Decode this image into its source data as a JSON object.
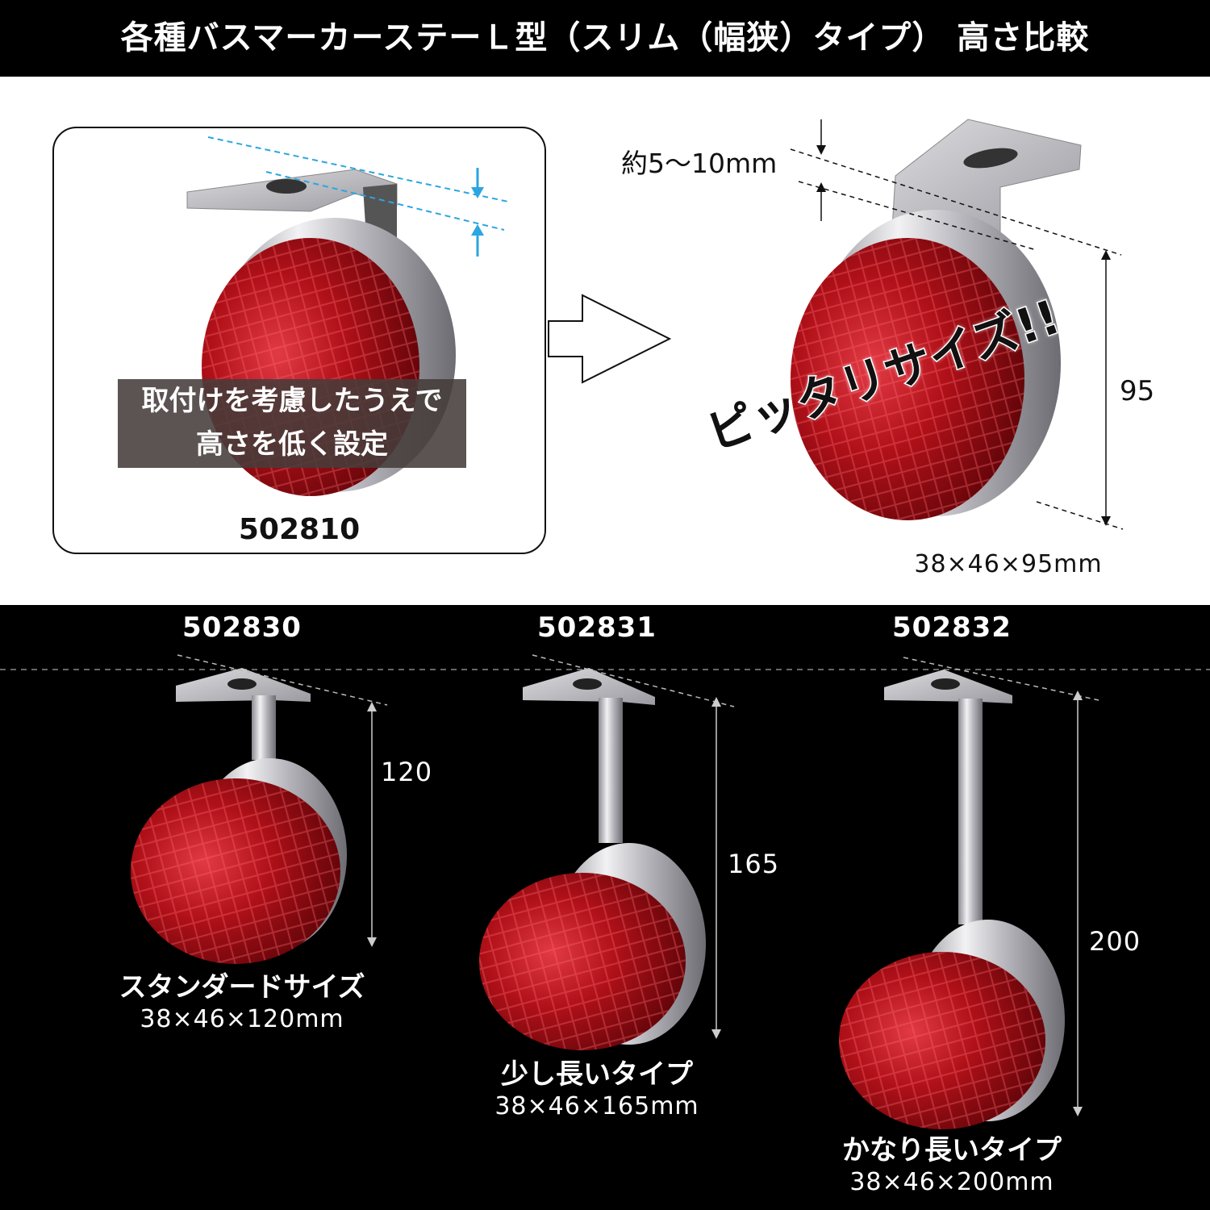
{
  "title": "各種バスマーカーステーＬ型（スリム（幅狭）タイプ） 高さ比較",
  "top_left": {
    "note_line1": "取付けを考慮したうえで",
    "note_line2": "高さを低く設定",
    "code": "502810"
  },
  "top_right": {
    "gap_label": "約5〜10mm",
    "slogan": "ピッタリサイズ!!",
    "height_value": "95",
    "size": "38×46×95mm"
  },
  "products": [
    {
      "code": "502830",
      "name": "スタンダードサイズ",
      "size": "38×46×120mm",
      "height_value": "120"
    },
    {
      "code": "502831",
      "name": "少し長いタイプ",
      "size": "38×46×165mm",
      "height_value": "165"
    },
    {
      "code": "502832",
      "name": "かなり長いタイプ",
      "size": "38×46×200mm",
      "height_value": "200"
    }
  ],
  "colors": {
    "lens_red": "#b01018",
    "chrome": "#c8c8cc",
    "dimension_blue": "#2aa6e0",
    "background_dark": "#000000"
  }
}
